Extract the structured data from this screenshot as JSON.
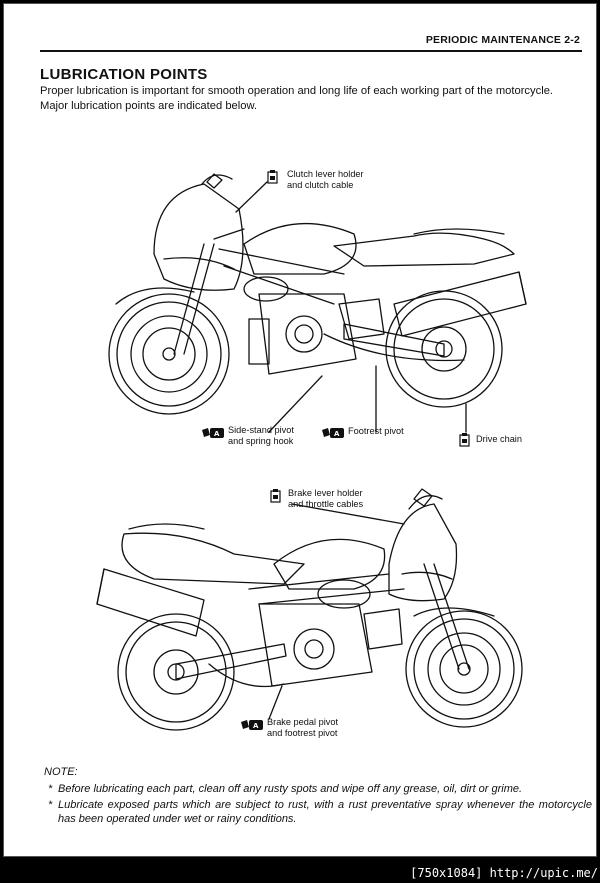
{
  "header": {
    "title": "PERIODIC MAINTENANCE 2-2"
  },
  "section": {
    "title": "LUBRICATION POINTS",
    "paragraphs": [
      "Proper lubrication is important for smooth operation and long life of each working part of the motorcycle.",
      "Major lubrication points are indicated below."
    ]
  },
  "figure1": {
    "callouts": {
      "clutch_line1": "Clutch lever holder",
      "clutch_line2": "and clutch cable",
      "sidestand_line1": "Side-stand pivot",
      "sidestand_line2": "and spring hook",
      "footrest": "Footrest pivot",
      "drive_chain": "Drive chain"
    }
  },
  "figure2": {
    "callouts": {
      "brake_lever_line1": "Brake lever holder",
      "brake_lever_line2": "and throttle cables",
      "brake_pedal_line1": "Brake pedal pivot",
      "brake_pedal_line2": "and footrest pivot"
    }
  },
  "note": {
    "heading": "NOTE:",
    "items": [
      "Before lubricating each part, clean off any rusty spots and wipe off any grease, oil, dirt or grime.",
      "Lubricate exposed parts which are subject to rust, with a rust preventative spray whenever the motorcycle has been operated under wet or rainy conditions."
    ],
    "bullet": "*"
  },
  "footer": {
    "badge": "[750x1084] http://upic.me/"
  }
}
